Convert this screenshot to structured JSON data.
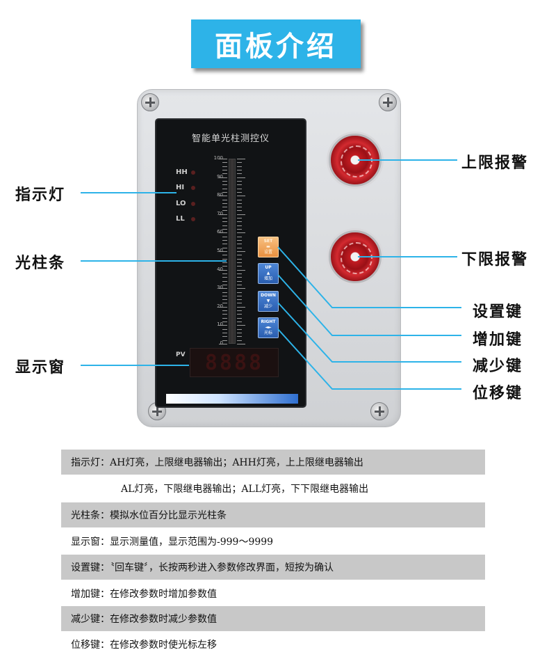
{
  "title": "面板介绍",
  "panel": {
    "title": "智能单光柱测控仪",
    "lamps": [
      "HH",
      "HI",
      "LO",
      "LL"
    ],
    "scale": [
      "100",
      "90",
      "80",
      "70",
      "60",
      "50",
      "40",
      "30",
      "20",
      "10",
      "0"
    ],
    "pv_label": "PV",
    "display_value": "8888",
    "keys": [
      {
        "main": "SET",
        "arrow": "▬",
        "sub": "设置"
      },
      {
        "main": "UP",
        "arrow": "▲",
        "sub": "增加"
      },
      {
        "main": "DOWN",
        "arrow": "▼",
        "sub": "减少"
      },
      {
        "main": "RIGHT",
        "arrow": "◄►",
        "sub": "光标"
      }
    ]
  },
  "callouts": {
    "upper_alarm": "上限报警",
    "lower_alarm": "下限报警",
    "indicator": "指示灯",
    "bargraph": "光柱条",
    "display": "显示窗",
    "set_key": "设置键",
    "up_key": "增加键",
    "down_key": "减少键",
    "shift_key": "位移键"
  },
  "descriptions": [
    "指示灯：AH灯亮，上限继电器输出；AHH灯亮，上上限继电器输出",
    "AL灯亮，下限继电器输出；ALL灯亮，下下限继电器输出",
    "光柱条：模拟水位百分比显示光柱条",
    "显示窗：显示测量值，显示范围为-999～9999",
    "设置键：〝回车键〞，长按两秒进入参数修改界面，短按为确认",
    "增加键：在修改参数时增加参数值",
    "减少键：在修改参数时减少参数值",
    "位移键：在修改参数时使光标左移"
  ]
}
